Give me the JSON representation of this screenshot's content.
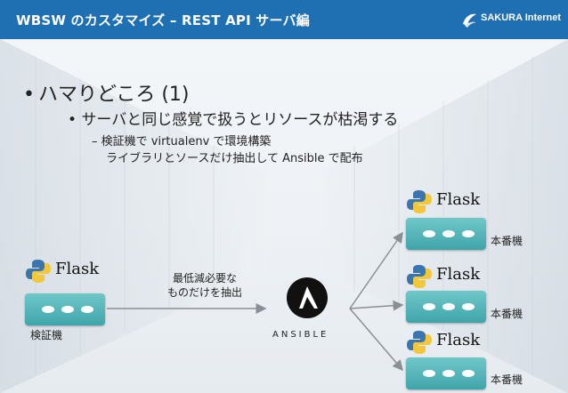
{
  "header": {
    "title": "WBSW のカスタマイズ – REST API サーバ編",
    "logo_text": "SAKURA Internet",
    "bg_color": "#1f6fb3"
  },
  "content": {
    "bullet1": "ハマりどころ (1)",
    "bullet2": "サーバと同じ感覚で扱うとリソースが枯渇する",
    "bullet3_line1": "– 検証機で virtualenv で環境構築",
    "bullet3_line2": "ライブラリとソースだけ抽出して Ansible で配布"
  },
  "diagram": {
    "flask_word": "Flask",
    "source_label": "検証機",
    "extract_note_line1": "最低減必要な",
    "extract_note_line2": "ものだけを抽出",
    "ansible_word": "ANSIBLE",
    "targets": [
      {
        "label": "本番機"
      },
      {
        "label": "本番機"
      },
      {
        "label": "本番機"
      }
    ],
    "server_color": "#4fb3b7"
  }
}
